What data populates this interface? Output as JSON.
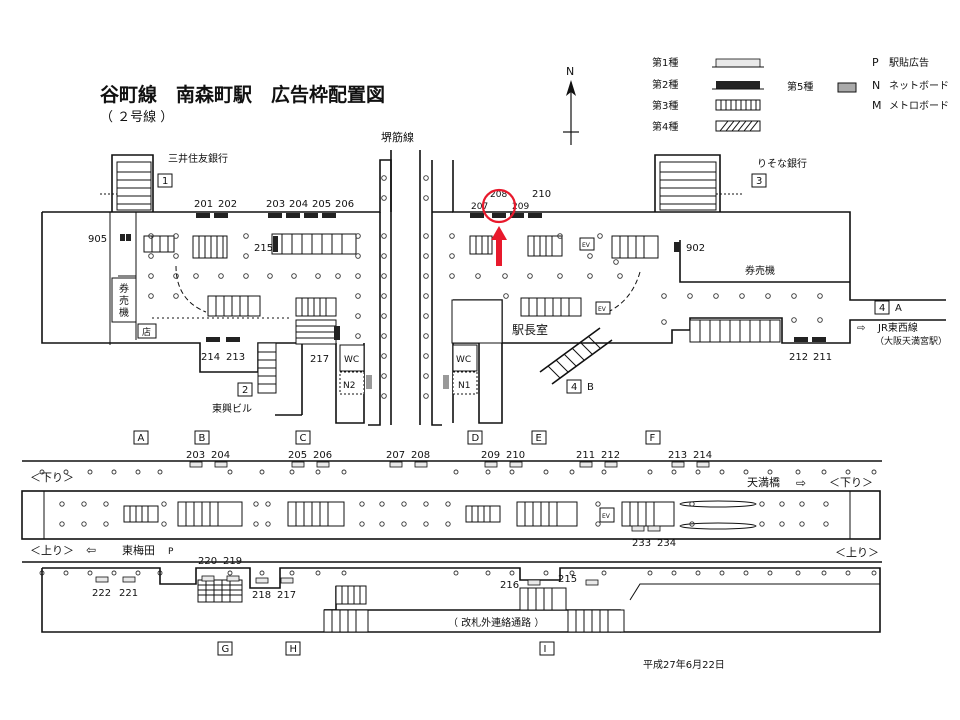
{
  "title": "谷町線　南森町駅　広告枠配置図",
  "subtitle": "（ ２号線 ）",
  "north": "N",
  "line_sakaisuji": "堺筋線",
  "date": "平成27年6月22日",
  "legend": {
    "type1": "第1種",
    "type2": "第2種",
    "type3": "第3種",
    "type4": "第4種",
    "type5": "第5種",
    "p_letter": "P",
    "p_label": "駅貼広告",
    "n_letter": "N",
    "n_label": "ネットボード",
    "m_letter": "M",
    "m_label": "メトロボード"
  },
  "concourse": {
    "bank1": "三井住友銀行",
    "bank2": "りそな銀行",
    "ticket_west": "券売機",
    "ticket_east": "券売機",
    "station_office": "駅長室",
    "building_toko": "東興ビル",
    "jr_line": "JR東西線",
    "jr_station": "（大阪天満宮駅）",
    "wc": "WC",
    "ev": "EV",
    "kiosk": "店",
    "exits": {
      "e1": "1",
      "e2": "2",
      "e3": "3",
      "e4a_num": "4",
      "e4a_letter": "A",
      "e4b_num": "4",
      "e4b_letter": "B"
    },
    "ads": {
      "a201": "201",
      "a202": "202",
      "a203": "203",
      "a204": "204",
      "a205": "205",
      "a206": "206",
      "a207": "207",
      "a208": "208",
      "a209": "209",
      "a210": "210",
      "a211": "211",
      "a212": "212",
      "a213": "213",
      "a214": "214",
      "a215": "215",
      "a217": "217",
      "a902": "902",
      "a905": "905",
      "n1": "N1",
      "n2": "N2"
    }
  },
  "platform": {
    "down": "＜下り＞",
    "up": "＜上り＞",
    "tenmabashi": "天満橋",
    "higashiumeda": "東梅田",
    "p_mark": "P",
    "passage": "（ 改札外連絡通路 ）",
    "ev": "EV",
    "sections_top": [
      "A",
      "B",
      "C",
      "D",
      "E",
      "F"
    ],
    "sections_bottom": [
      "G",
      "H",
      "I"
    ],
    "ads_top": [
      "203",
      "204",
      "205",
      "206",
      "207",
      "208",
      "209",
      "210",
      "211",
      "212",
      "213",
      "214"
    ],
    "ads_mid": [
      "233",
      "234"
    ],
    "ads_bottom": [
      "222",
      "221",
      "220",
      "219",
      "218",
      "217",
      "216",
      "215"
    ]
  },
  "colors": {
    "highlight": "#e8192c",
    "ad_type2": "#222222",
    "ad_type1": "#e9e9e9"
  }
}
